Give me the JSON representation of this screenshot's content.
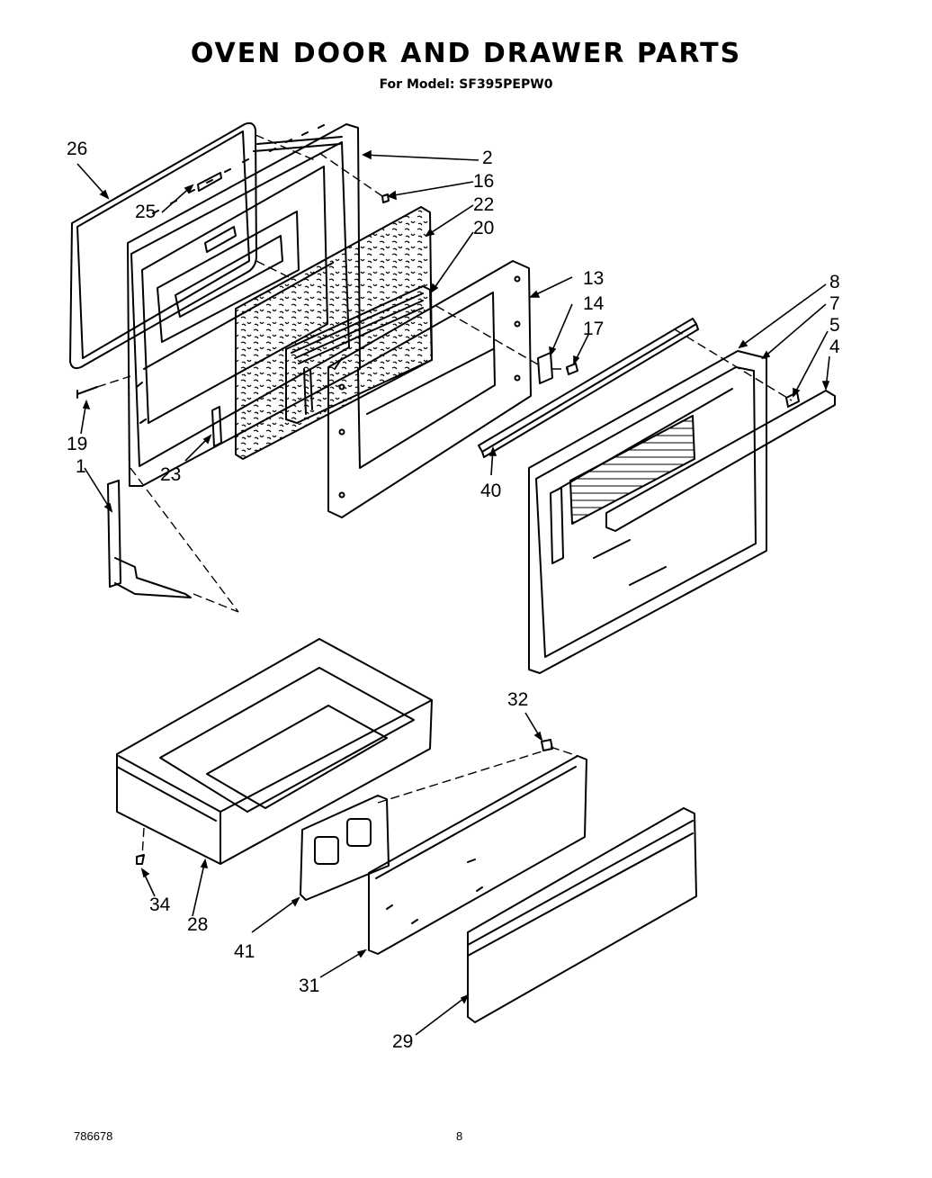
{
  "header": {
    "title": "OVEN DOOR AND DRAWER PARTS",
    "subtitle": "For Model: SF395PEPW0"
  },
  "callouts": [
    "26",
    "2",
    "16",
    "25",
    "22",
    "20",
    "13",
    "14",
    "17",
    "8",
    "7",
    "5",
    "4",
    "19",
    "1",
    "23",
    "40",
    "32",
    "34",
    "28",
    "41",
    "31",
    "29"
  ],
  "footer": {
    "document_number": "786678",
    "page_number": "8"
  }
}
